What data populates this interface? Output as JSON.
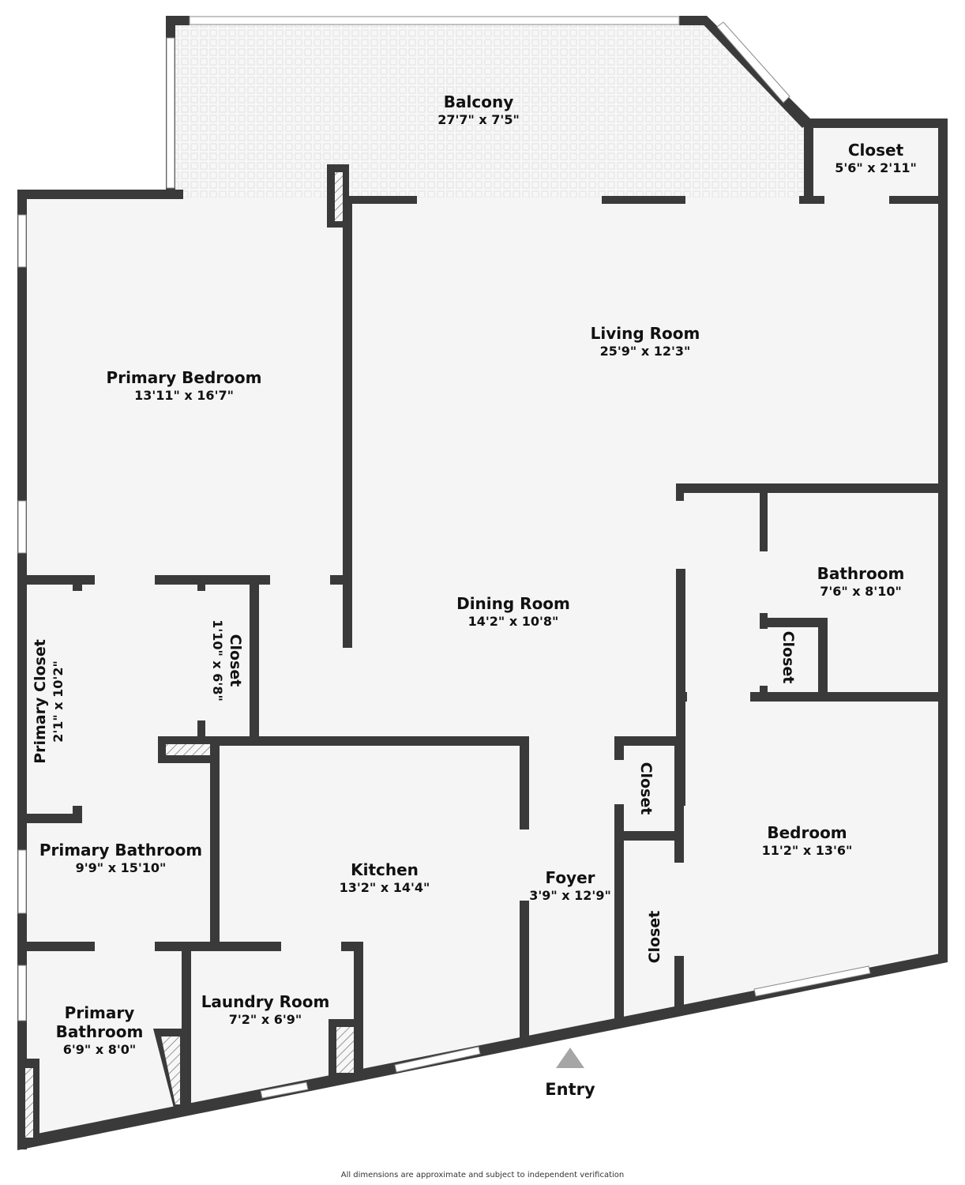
{
  "floorplan": {
    "colors": {
      "wall": "#3a3a3a",
      "floor": "#f5f5f5",
      "balcony_tile": "#e6e6e6",
      "window": "#ffffff",
      "entry_marker": "#a6a6a6"
    },
    "rooms": [
      {
        "id": "balcony",
        "name": "Balcony",
        "dimensions": "27'7\" x 7'5\""
      },
      {
        "id": "closet-balcony",
        "name": "Closet",
        "dimensions": "5'6\" x 2'11\""
      },
      {
        "id": "living-room",
        "name": "Living Room",
        "dimensions": "25'9\" x 12'3\""
      },
      {
        "id": "primary-bedroom",
        "name": "Primary Bedroom",
        "dimensions": "13'11\" x 16'7\""
      },
      {
        "id": "dining-room",
        "name": "Dining Room",
        "dimensions": "14'2\" x 10'8\""
      },
      {
        "id": "bathroom",
        "name": "Bathroom",
        "dimensions": "7'6\" x 8'10\""
      },
      {
        "id": "closet-bathroom",
        "name": "Closet",
        "dimensions": ""
      },
      {
        "id": "primary-closet",
        "name": "Primary Closet",
        "dimensions": "2'1\" x 10'2\""
      },
      {
        "id": "closet-primary",
        "name": "Closet",
        "dimensions": "1'10\" x 6'8\""
      },
      {
        "id": "closet-foyer-upper",
        "name": "Closet",
        "dimensions": ""
      },
      {
        "id": "bedroom",
        "name": "Bedroom",
        "dimensions": "11'2\" x 13'6\""
      },
      {
        "id": "primary-bathroom-1",
        "name": "Primary Bathroom",
        "dimensions": "9'9\" x 15'10\""
      },
      {
        "id": "kitchen",
        "name": "Kitchen",
        "dimensions": "13'2\" x 14'4\""
      },
      {
        "id": "foyer",
        "name": "Foyer",
        "dimensions": "3'9\" x 12'9\""
      },
      {
        "id": "closet-foyer-lower",
        "name": "Closet",
        "dimensions": ""
      },
      {
        "id": "primary-bathroom-2",
        "name": "Primary Bathroom",
        "name_line2": "Bathroom",
        "name_line1": "Primary",
        "dimensions": "6'9\" x 8'0\""
      },
      {
        "id": "laundry-room",
        "name": "Laundry Room",
        "dimensions": "7'2\" x 6'9\""
      }
    ],
    "entry": {
      "label": "Entry"
    },
    "disclaimer": "All dimensions are approximate and subject to independent verification"
  }
}
